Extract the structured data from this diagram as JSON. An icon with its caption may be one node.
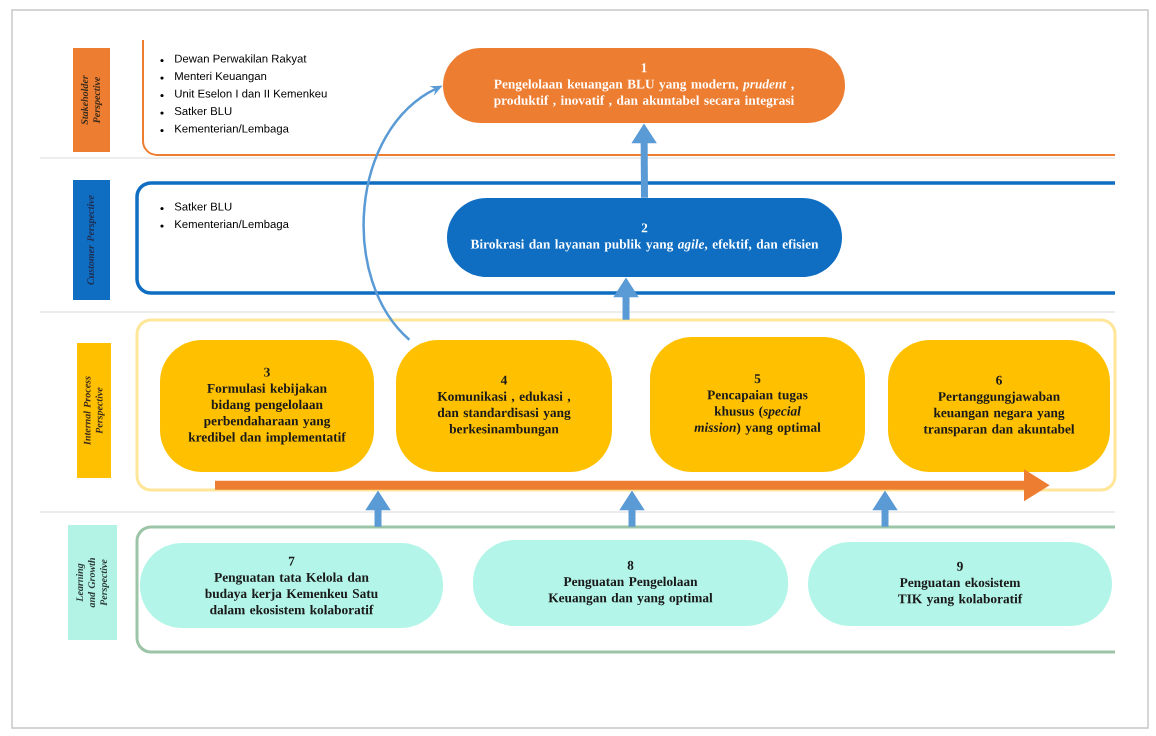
{
  "diagram": {
    "nodes": [
      {
        "text": [
          "Stakeholder Perspective"
        ]
      },
      {
        "text": [
          "Dewan Perwakilan Rakyat",
          "Menteri Keuangan",
          "Unit Eselon I dan II Kemenkeu",
          "Satker BLU",
          "Kementerian/Lembaga"
        ]
      },
      {
        "text": [
          "1",
          "Pengelolaan keuangan BLU yang modern, *prudent* , produktif , inovatif , dan akuntabel secara integrasi"
        ],
        "in": 1
      },
      {
        "text": [
          "Customer Perspective"
        ]
      },
      {
        "text": [
          "Satker BLU",
          "Kementerian/Lembaga"
        ]
      },
      {
        "text": [
          "2",
          "Birokrasi dan layanan publik yang *agile*, efektif, dan efisien"
        ],
        "in": 4
      },
      {
        "text": [
          "Internal Process Perspective"
        ]
      },
      {
        "text": [],
        "shape": "box"
      },
      {
        "text": [
          "3",
          "Formulasi kebijakan bidang pengelolaan perbendaharaan yang kredibel dan implementatif"
        ],
        "in": 7
      },
      {
        "text": [
          "4",
          "Komunikasi , edukasi , dan standardisasi yang berkesinambungan"
        ],
        "in": 7
      },
      {
        "text": [
          "5",
          "Pencapaian tugas khusus (*special mission*) yang optimal"
        ],
        "in": 7
      },
      {
        "text": [
          "6",
          "Pertanggungjawaban keuangan negara yang transparan dan akuntabel"
        ],
        "in": 7
      },
      {
        "text": [
          "Learning and Growth Perspective"
        ]
      },
      {
        "text": [],
        "shape": "box"
      },
      {
        "text": [
          "7",
          "Penguatan tata Kelola dan budaya kerja Kemenkeu Satu dalam ekosistem kolaboratif"
        ],
        "in": 13
      },
      {
        "text": [
          "8",
          "Penguatan Pengelolaan Keuangan dan yang optimal"
        ],
        "in": 13
      },
      {
        "text": [
          "9",
          "Penguatan ekosistem TIK yang kolaboratif"
        ],
        "in": 13
      }
    ],
    "edges": [
      {
        "from": 5,
        "to": 2,
        "arrow": "to"
      },
      {
        "from": 7,
        "to": 5,
        "arrow": "to"
      },
      {
        "from": 9,
        "to": 2,
        "arrow": "to"
      },
      {
        "from": 13,
        "to": 7,
        "arrow": "to"
      },
      {
        "from": 13,
        "to": 7,
        "arrow": "to"
      },
      {
        "from": 13,
        "to": 7,
        "arrow": "to"
      },
      {
        "from": 8,
        "to": 11,
        "arrow": "to",
        "color": "#ed7d31"
      }
    ]
  }
}
